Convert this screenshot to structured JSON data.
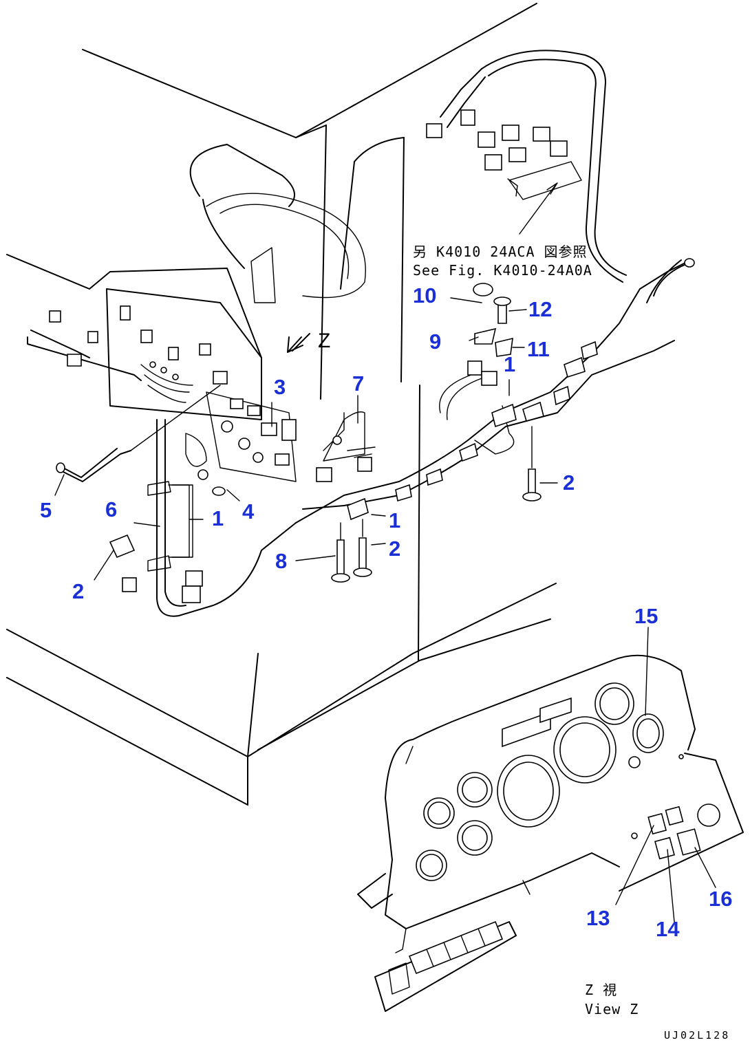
{
  "diagram": {
    "callouts": [
      {
        "id": "c10",
        "text": "10"
      },
      {
        "id": "c12",
        "text": "12"
      },
      {
        "id": "c9",
        "text": "9"
      },
      {
        "id": "c11",
        "text": "11"
      },
      {
        "id": "c1a",
        "text": "1"
      },
      {
        "id": "c3",
        "text": "3"
      },
      {
        "id": "c7",
        "text": "7"
      },
      {
        "id": "c2a",
        "text": "2"
      },
      {
        "id": "c4",
        "text": "4"
      },
      {
        "id": "c5",
        "text": "5"
      },
      {
        "id": "c6",
        "text": "6"
      },
      {
        "id": "c1b",
        "text": "1"
      },
      {
        "id": "c1c",
        "text": "1"
      },
      {
        "id": "c2b",
        "text": "2"
      },
      {
        "id": "c8",
        "text": "8"
      },
      {
        "id": "c2c",
        "text": "2"
      },
      {
        "id": "c15",
        "text": "15"
      },
      {
        "id": "c13",
        "text": "13"
      },
      {
        "id": "c14",
        "text": "14"
      },
      {
        "id": "c16",
        "text": "16"
      }
    ],
    "reference_note": {
      "line1": "另 K4010 24ACA 図参照",
      "line2": "See Fig. K4010-24A0A"
    },
    "view_label": {
      "line1": "Z  視",
      "line2": "View Z"
    },
    "view_marker": "Z",
    "drawing_code": "UJ02L128"
  }
}
